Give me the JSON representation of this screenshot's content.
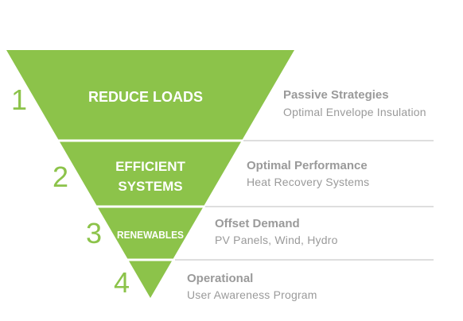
{
  "colors": {
    "pyramid_fill": "#8cc34a",
    "divider": "#ffffff",
    "guide_line": "#bdbdbd",
    "number": "#8cc34a",
    "side_text": "#9a9a9a"
  },
  "tiers": [
    {
      "number": "1",
      "label_lines": [
        "REDUCE LOADS"
      ],
      "title": "Passive Strategies",
      "subtitle": "Optimal Envelope Insulation"
    },
    {
      "number": "2",
      "label_lines": [
        "EFFICIENT",
        "SYSTEMS"
      ],
      "title": "Optimal Performance",
      "subtitle": "Heat Recovery Systems"
    },
    {
      "number": "3",
      "label_lines": [
        "RENEWABLES"
      ],
      "title": "Offset Demand",
      "subtitle": "PV Panels, Wind, Hydro"
    },
    {
      "number": "4",
      "label_lines": [],
      "title": "Operational",
      "subtitle": "User Awareness Program"
    }
  ]
}
